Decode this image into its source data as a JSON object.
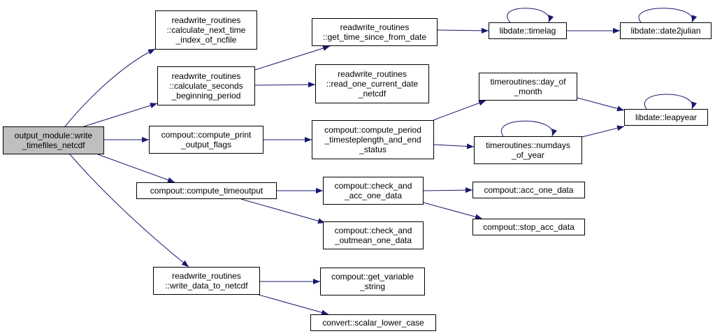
{
  "graph": {
    "edge_color": "#191970",
    "root_fill": "#bfbfbf",
    "nodes": {
      "root": "output_module::write\n_timefiles_netcdf",
      "calc_next": "readwrite_routines\n::calculate_next_time\n_index_of_ncfile",
      "calc_seconds": "readwrite_routines\n::calculate_seconds\n_beginning_period",
      "compute_print": "compout::compute_print\n_output_flags",
      "compute_timeoutput": "compout::compute_timeoutput",
      "write_data": "readwrite_routines\n::write_data_to_netcdf",
      "get_time_since": "readwrite_routines\n::get_time_since_from_date",
      "read_one_current": "readwrite_routines\n::read_one_current_date\n_netcdf",
      "compute_period": "compout::compute_period\n_timesteplength_and_end\n_status",
      "check_acc": "compout::check_and\n_acc_one_data",
      "check_outmean": "compout::check_and\n_outmean_one_data",
      "get_variable": "compout::get_variable\n_string",
      "scalar_lower": "convert::scalar_lower_case",
      "timelag": "libdate::timelag",
      "date2julian": "libdate::date2julian",
      "day_of_month": "timeroutines::day_of\n_month",
      "numdays": "timeroutines::numdays\n_of_year",
      "leapyear": "libdate::leapyear",
      "acc_one": "compout::acc_one_data",
      "stop_acc": "compout::stop_acc_data"
    }
  }
}
